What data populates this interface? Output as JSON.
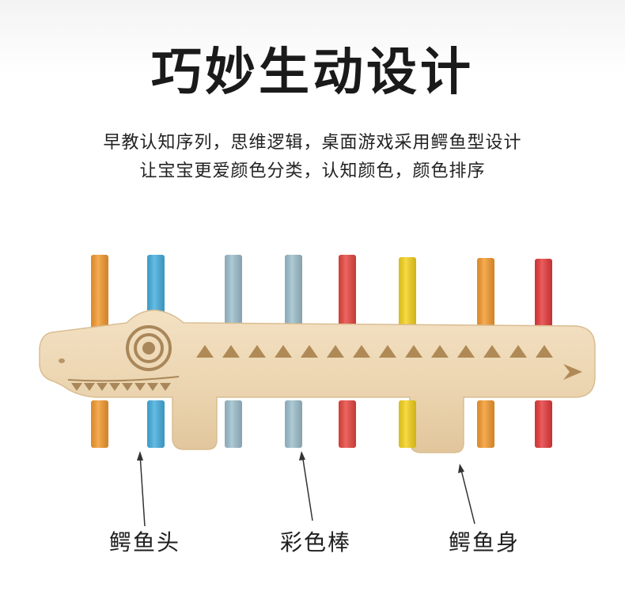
{
  "title": "巧妙生动设计",
  "subtitle_lines": [
    "早教认知序列，思维逻辑，桌面游戏采用鳄鱼型设计",
    "让宝宝更爱颜色分类，认知颜色，颜色排序"
  ],
  "labels": {
    "head": "鳄鱼头",
    "sticks": "彩色棒",
    "body": "鳄鱼身"
  },
  "stick_colors": [
    "#f49a2e",
    "#45aede",
    "#9cbfcc",
    "#9cbfcc",
    "#e8463f",
    "#f5d21c",
    "#f49a2e",
    "#e63a3c"
  ],
  "wood_color": "#ecd7b5"
}
